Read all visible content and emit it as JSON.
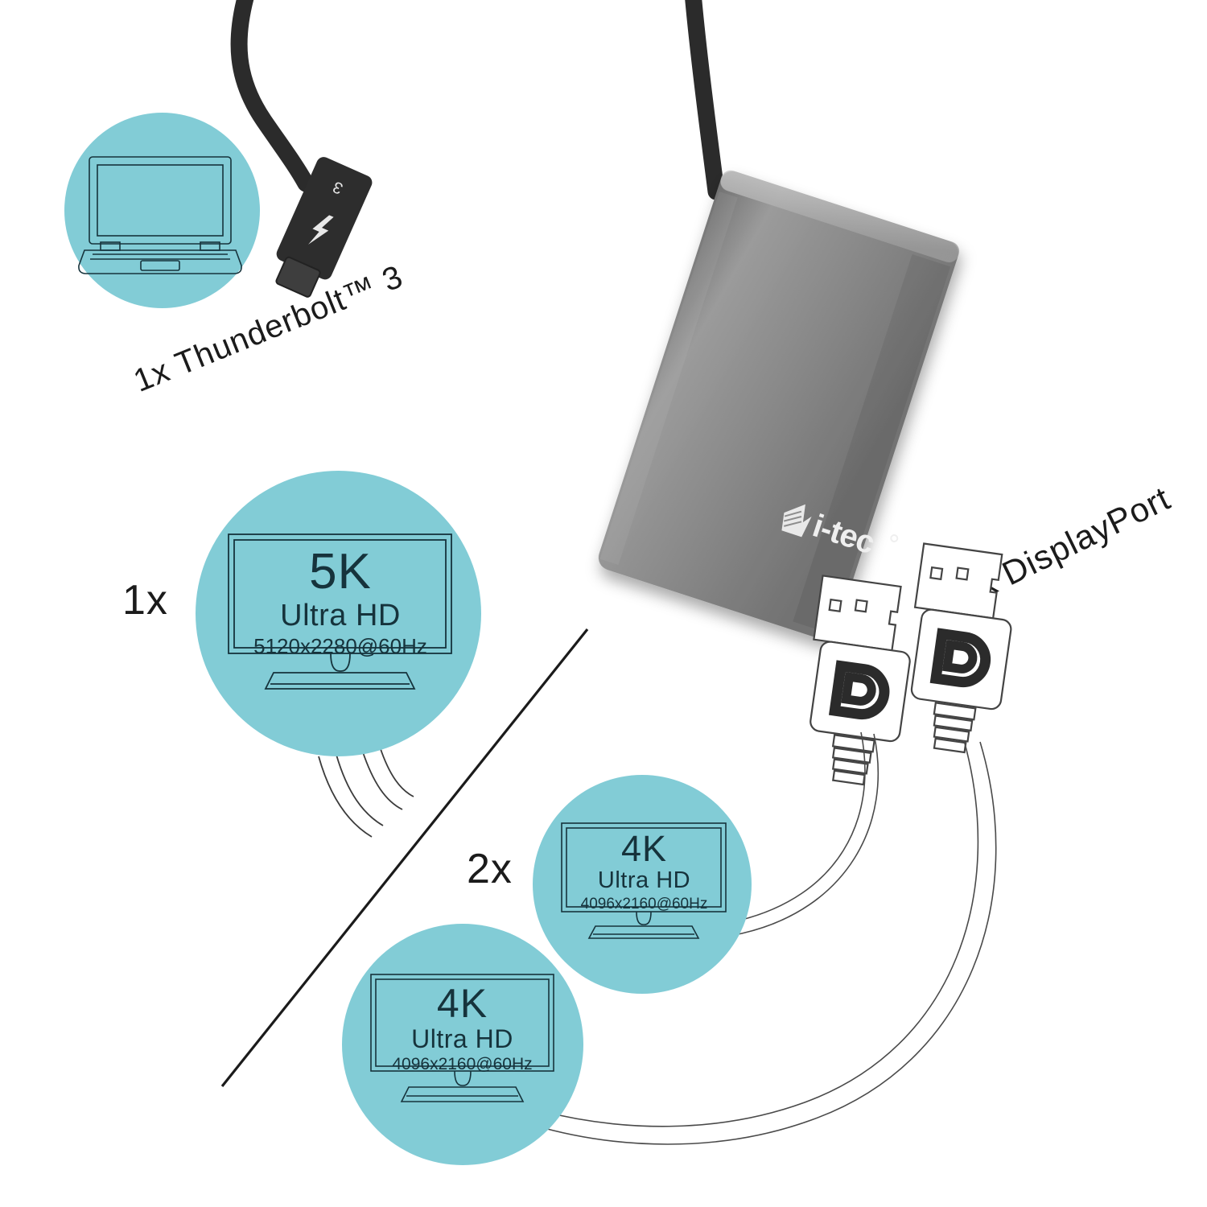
{
  "theme": {
    "accent_teal": "#82ccd6",
    "outline_dark": "#16333c",
    "text_dark": "#1b1b1b",
    "device_grey": "#8d8d8d",
    "cable_black": "#2b2b2b"
  },
  "connections": {
    "input": {
      "multiplier": "1x",
      "label": "1x Thunderbolt™ 3",
      "port_icon": "thunderbolt-connector-icon",
      "connector_marks": {
        "number": "3",
        "symbol": "⚡"
      },
      "source_icon": "laptop-icon"
    },
    "output": {
      "label": "2x DisplayPort",
      "count": 2,
      "port_icon": "displayport-connector-icon",
      "plug_logo": "displayport-logo-icon"
    }
  },
  "device": {
    "brand": "i-tec",
    "brand_mark": "i-tec-logo-icon",
    "registered": "®",
    "body_name": "thunderbolt-3-dual-displayport-adapter"
  },
  "modes": [
    {
      "id": "single-5k",
      "multiplier": "1x",
      "k": "5K",
      "quality": "Ultra HD",
      "resolution": "5120x2280@60Hz"
    },
    {
      "id": "dual-4k-a",
      "multiplier": "2x",
      "k": "4K",
      "quality": "Ultra HD",
      "resolution": "4096x2160@60Hz"
    },
    {
      "id": "dual-4k-b",
      "multiplier": "2x",
      "k": "4K",
      "quality": "Ultra HD",
      "resolution": "4096x2160@60Hz"
    }
  ]
}
